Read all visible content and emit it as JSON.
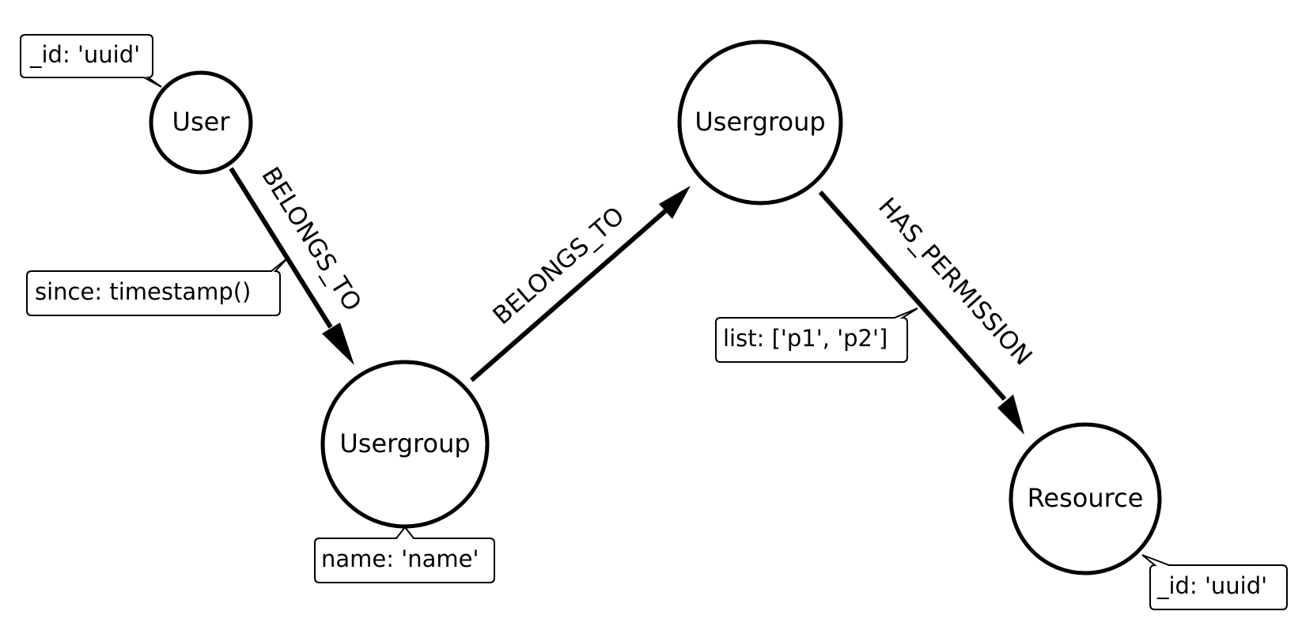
{
  "nodes": {
    "user": {
      "label": "User"
    },
    "usergroup_low": {
      "label": "Usergroup"
    },
    "usergroup_high": {
      "label": "Usergroup"
    },
    "resource": {
      "label": "Resource"
    }
  },
  "edges": {
    "user_to_group": {
      "label": "BELONGS_TO"
    },
    "group_to_group": {
      "label": "BELONGS_TO"
    },
    "group_to_resource": {
      "label": "HAS_PERMISSION"
    }
  },
  "properties": {
    "user_id": "_id: 'uuid'",
    "since": "since: timestamp()",
    "group_name": "name: 'name'",
    "permission_list": "list: ['p1', 'p2']",
    "resource_id": "_id: 'uuid'"
  }
}
